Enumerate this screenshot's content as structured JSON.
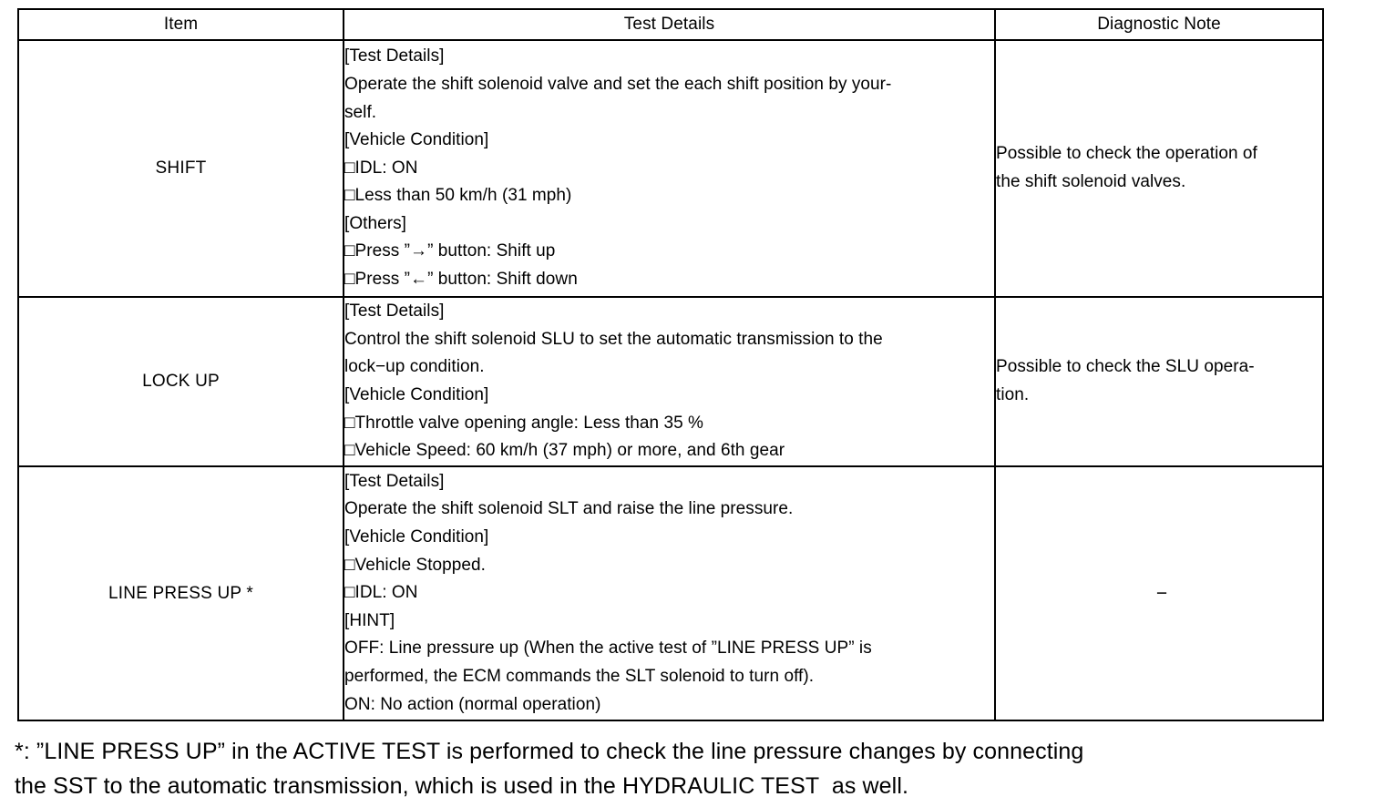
{
  "document": {
    "type": "service-manual-table",
    "title": "ACTIVE TEST item table"
  },
  "table": {
    "headers": [
      "Item",
      "Test Details",
      "Diagnostic Note"
    ],
    "rows": [
      {
        "item": "SHIFT",
        "details": [
          "[Test Details]",
          "Operate the shift solenoid valve and set the each shift position by your-",
          "self.",
          "[Vehicle Condition]",
          "□IDL: ON",
          "□Less than 50 km/h (31 mph)",
          "[Others]",
          "□Press ”→” button: Shift up",
          "□Press ”←” button: Shift down"
        ],
        "note": [
          "Possible to check the operation of",
          "the shift solenoid valves."
        ]
      },
      {
        "item": "LOCK UP",
        "details": [
          "[Test Details]",
          "Control the shift solenoid SLU to set the automatic transmission to the",
          "lock−up condition.",
          "[Vehicle Condition]",
          "□Throttle valve opening angle: Less than 35 %",
          "□Vehicle Speed: 60 km/h (37 mph) or more, and 6th gear"
        ],
        "note": [
          "Possible to check the SLU opera-",
          "tion."
        ]
      },
      {
        "item": "LINE PRESS UP *",
        "details": [
          "[Test Details]",
          "Operate the shift solenoid SLT and raise the line pressure.",
          "[Vehicle Condition]",
          "□Vehicle Stopped.",
          "□IDL: ON",
          "[HINT]",
          "OFF: Line pressure up (When the active test of ”LINE PRESS UP” is",
          "performed, the ECM commands the SLT solenoid to turn off).",
          "ON: No action (normal operation)"
        ],
        "note": [
          "−"
        ]
      }
    ]
  },
  "footnote": {
    "lines": [
      "*: ”LINE PRESS UP” in the ACTIVE TEST is performed to check the line pressure changes by connecting",
      "the SST to the automatic transmission, which is used in the HYDRAULIC TEST  as well."
    ]
  },
  "colors": {
    "text": "#000000",
    "border": "#000000",
    "background": "#ffffff"
  }
}
